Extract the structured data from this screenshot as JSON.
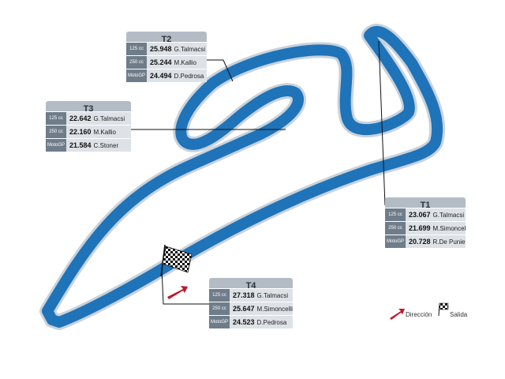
{
  "colors": {
    "track": "#1f73b8",
    "track_edge": "#c8d2dc",
    "header_bg": "#b3bcc5",
    "class_bg": "#6f7c89",
    "value_bg": "#dde2e7",
    "arrow": "#c0172b",
    "leader_line": "#111111"
  },
  "icons": {
    "direction": "red-arrow-icon",
    "start": "checkered-flag-icon"
  },
  "sectors": [
    {
      "name": "T2",
      "rows": [
        {
          "class": "125 cc",
          "time": "25.948",
          "rider": "G.Talmacsi"
        },
        {
          "class": "250 cc",
          "time": "25.244",
          "rider": "M.Kallio"
        },
        {
          "class": "MotoGP",
          "time": "24.494",
          "rider": "D.Pedrosa"
        }
      ]
    },
    {
      "name": "T3",
      "rows": [
        {
          "class": "125 cc",
          "time": "22.642",
          "rider": "G.Talmacsi"
        },
        {
          "class": "250 cc",
          "time": "22.160",
          "rider": "M.Kallio"
        },
        {
          "class": "MotoGP",
          "time": "21.584",
          "rider": "C.Stoner"
        }
      ]
    },
    {
      "name": "T1",
      "rows": [
        {
          "class": "125 cc",
          "time": "23.067",
          "rider": "G.Talmacsi"
        },
        {
          "class": "250 cc",
          "time": "21.699",
          "rider": "M.Simoncelli"
        },
        {
          "class": "MotoGP",
          "time": "20.728",
          "rider": "R.De Puniet"
        }
      ]
    },
    {
      "name": "T4",
      "rows": [
        {
          "class": "125 cc",
          "time": "27.318",
          "rider": "G.Talmacsi"
        },
        {
          "class": "250 cc",
          "time": "25.647",
          "rider": "M.Simoncelli"
        },
        {
          "class": "MotoGP",
          "time": "24.523",
          "rider": "D.Pedrosa"
        }
      ]
    }
  ],
  "legend": {
    "direction_label": "Dirección",
    "start_label": "Salida"
  }
}
